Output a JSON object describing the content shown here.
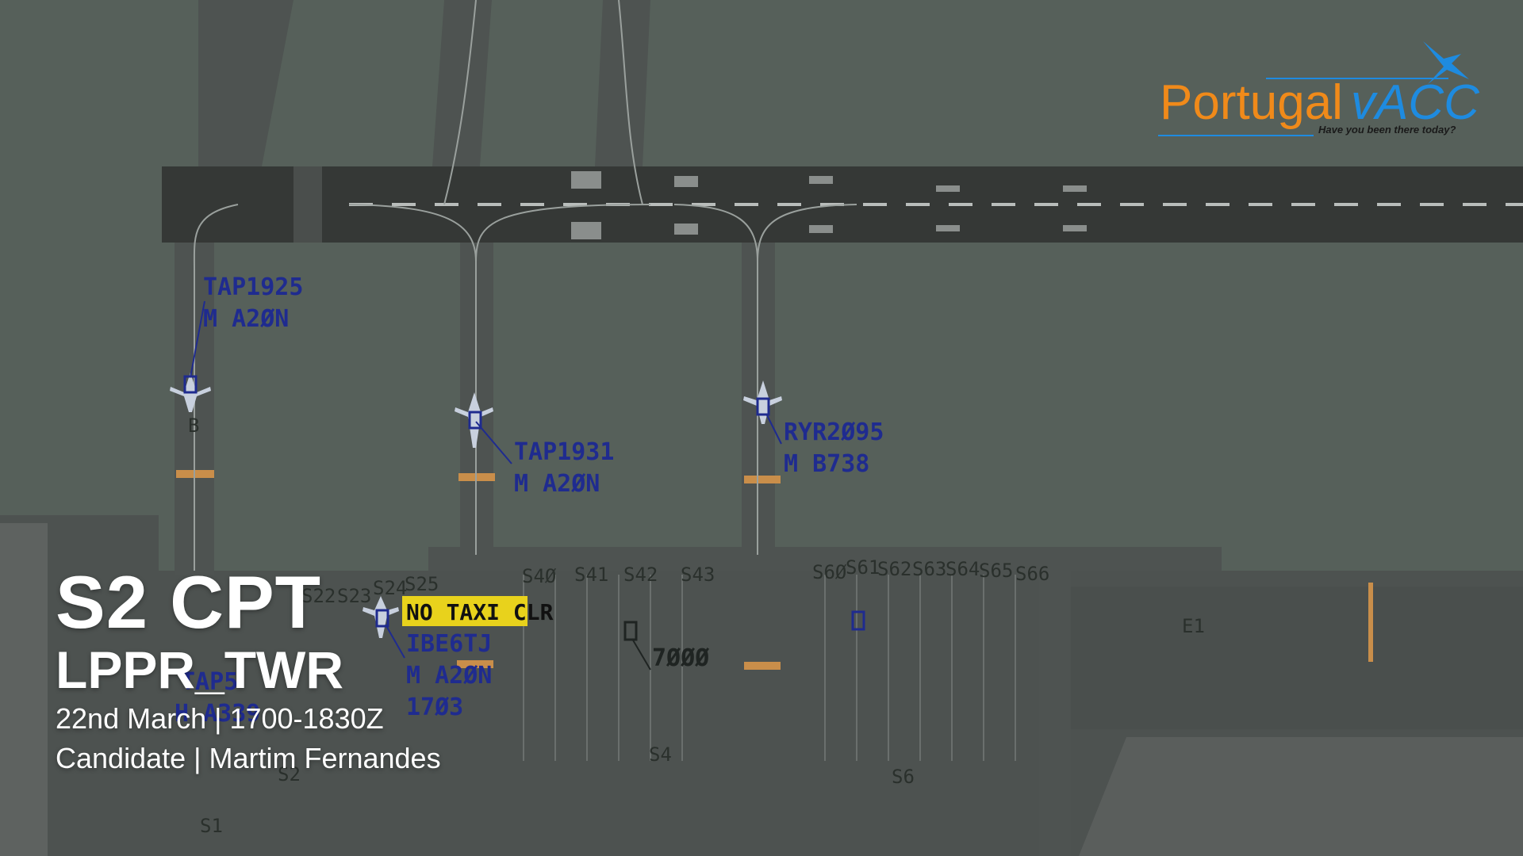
{
  "title": {
    "main": "S2 CPT",
    "position": "LPPR_TWR",
    "schedule": "22nd March | 1700-1830Z",
    "candidate": "Candidate | Martim Fernandes"
  },
  "logo": {
    "brand_primary": "Portugal",
    "brand_secondary": "vACC",
    "tagline": "Have you been there today?",
    "icon": "bird-icon"
  },
  "colors": {
    "brand_orange": "#f08a1a",
    "brand_blue": "#1e8be0",
    "radar_label": "#1f2b8f",
    "warning": "#e8d21c"
  },
  "radar": {
    "aircraft": [
      {
        "callsign": "TAP1925",
        "type": "M A2ØN"
      },
      {
        "callsign": "TAP1931",
        "type": "M A2ØN"
      },
      {
        "callsign": "RYR2Ø95",
        "type": "M B738"
      },
      {
        "callsign": "IBE6TJ",
        "type": "M A2ØN",
        "squawk": "17Ø3",
        "warning": "NO TAXI CLR"
      },
      {
        "callsign": "TAP5",
        "type": "H A339"
      }
    ],
    "squawk_target": "7ØØØ",
    "taxiways": [
      "B",
      "S1",
      "S2",
      "S4",
      "S6",
      "E1"
    ],
    "stands": [
      "S22",
      "S23",
      "S24",
      "S25",
      "S4Ø",
      "S41",
      "S42",
      "S43",
      "S6Ø",
      "S61",
      "S62",
      "S63",
      "S64",
      "S65",
      "S66"
    ]
  }
}
